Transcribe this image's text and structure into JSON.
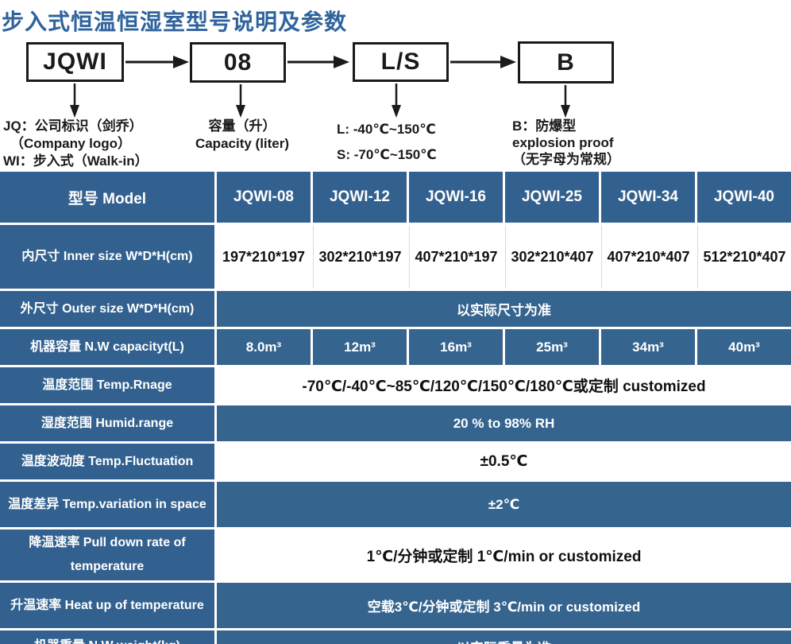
{
  "page": {
    "title": "步入式恒温恒湿室型号说明及参数"
  },
  "colors": {
    "title_blue": "#2f639c",
    "table_blue": "#33618f",
    "diagram_line": "#1a1a1a"
  },
  "diagram": {
    "boxes": [
      {
        "label": "JQWI"
      },
      {
        "label": "08"
      },
      {
        "label": "L/S"
      },
      {
        "label": "B"
      }
    ],
    "notes": {
      "company": [
        "JQ：公司标识（剑乔）",
        "（Company logo）",
        "WI：步入式（Walk-in）"
      ],
      "capacity": [
        "容量（升）",
        "Capacity (liter)"
      ],
      "temp_codes": [
        "L: -40℃~150℃",
        "S: -70℃~150℃"
      ],
      "explosion": [
        "B：防爆型",
        "explosion proof",
        "（无字母为常规）"
      ]
    }
  },
  "table": {
    "header": {
      "label": "型号 Model",
      "models": [
        "JQWI-08",
        "JQWI-12",
        "JQWI-16",
        "JQWI-25",
        "JQWI-34",
        "JQWI-40"
      ]
    },
    "rows": [
      {
        "label": "内尺寸 Inner size W*D*H(cm)",
        "values": [
          "197*210*197",
          "302*210*197",
          "407*210*197",
          "302*210*407",
          "407*210*407",
          "512*210*407"
        ]
      },
      {
        "label": "外尺寸 Outer size W*D*H(cm)",
        "value": "以实际尺寸为准"
      },
      {
        "label": "机器容量 N.W capacityt(L)",
        "values": [
          "8.0m³",
          "12m³",
          "16m³",
          "25m³",
          "34m³",
          "40m³"
        ]
      },
      {
        "label": "温度范围 Temp.Rnage",
        "value": "-70℃/-40℃~85℃/120℃/150℃/180℃或定制 customized"
      },
      {
        "label": "湿度范围 Humid.range",
        "value": "20 % to 98% RH"
      },
      {
        "label": "温度波动度 Temp.Fluctuation",
        "value": "±0.5℃"
      },
      {
        "label": "温度差异 Temp.variation in space",
        "value": "±2℃"
      },
      {
        "label": "降温速率 Pull down rate of temperature",
        "value": "1℃/分钟或定制    1℃/min or customized"
      },
      {
        "label": "升温速率 Heat up of temperature",
        "value": "空载3℃/分钟或定制 3℃/min or customized"
      },
      {
        "label": "机器重量 N.W weight(kg)",
        "value": "以实际重量为准"
      }
    ]
  }
}
